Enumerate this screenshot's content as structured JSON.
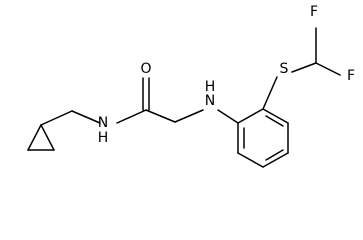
{
  "atoms": {
    "N_amide": "N",
    "H_amide": "H",
    "O": "O",
    "N_amine": "N",
    "H_amine": "H",
    "S": "S",
    "F_top": "F",
    "F_right": "F"
  }
}
